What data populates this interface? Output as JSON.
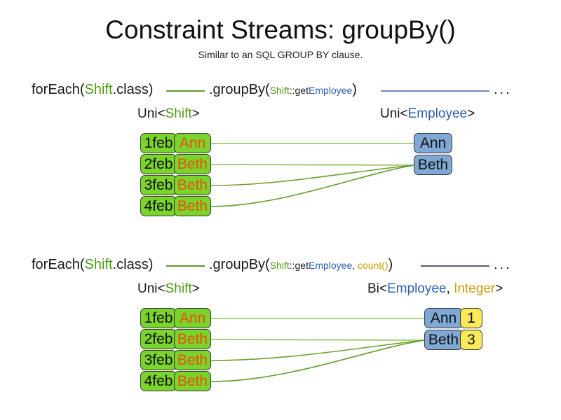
{
  "header": {
    "title": "Constraint Streams: groupBy()",
    "subtitle": "Similar to an SQL GROUP BY clause."
  },
  "colors": {
    "shift_green": "#7ad42c",
    "employee_blue": "#7fa8d4",
    "count_yellow": "#fae959",
    "name_orange": "#e8500f",
    "type_green": "#4a9a10",
    "type_blue": "#2b5fad",
    "type_yellow": "#c9a007",
    "link_green": "#5f9e27",
    "link_blue": "#6f86bd",
    "link_purple": "#6b5573",
    "border": "#3a3a3a"
  },
  "sections": [
    {
      "id": "groupby-simple",
      "code": {
        "foreach_prefix": "forEach(",
        "foreach_type": "Shift",
        "foreach_suffix": ".class)",
        "groupby_prefix": ".groupBy(",
        "mapper_owner": "Shift",
        "mapper_sep": "::get",
        "mapper_prop": "Employee",
        "groupby_suffix": ")",
        "trailing_dots": "...",
        "connector_left_color": "#5f9e27",
        "connector_right_color": "#6f86bd"
      },
      "left_label": {
        "outer": "Uni<",
        "generic": "Shift",
        "close": ">"
      },
      "right_label": {
        "outer": "Uni<",
        "generic": "Employee",
        "close": ">"
      },
      "left_rows": [
        {
          "date": "1feb",
          "name": "Ann"
        },
        {
          "date": "2feb",
          "name": "Beth"
        },
        {
          "date": "3feb",
          "name": "Beth"
        },
        {
          "date": "4feb",
          "name": "Beth"
        }
      ],
      "right_rows": [
        {
          "employee": "Ann"
        },
        {
          "employee": "Beth"
        }
      ],
      "mapping": [
        0,
        1,
        1,
        1
      ]
    },
    {
      "id": "groupby-count",
      "code": {
        "foreach_prefix": "forEach(",
        "foreach_type": "Shift",
        "foreach_suffix": ".class)",
        "groupby_prefix": ".groupBy(",
        "mapper_owner": "Shift",
        "mapper_sep": "::get",
        "mapper_prop": "Employee",
        "collector_sep": ", ",
        "collector": "count()",
        "groupby_suffix": ")",
        "trailing_dots": "...",
        "connector_left_color": "#5f9e27",
        "connector_right_color": "#6b5573"
      },
      "left_label": {
        "outer": "Uni<",
        "generic": "Shift",
        "close": ">"
      },
      "right_label": {
        "outer": "Bi<",
        "generic": "Employee",
        "sep": ", ",
        "generic2": "Integer",
        "close": ">"
      },
      "left_rows": [
        {
          "date": "1feb",
          "name": "Ann"
        },
        {
          "date": "2feb",
          "name": "Beth"
        },
        {
          "date": "3feb",
          "name": "Beth"
        },
        {
          "date": "4feb",
          "name": "Beth"
        }
      ],
      "right_rows": [
        {
          "employee": "Ann",
          "count": "1"
        },
        {
          "employee": "Beth",
          "count": "3"
        }
      ],
      "mapping": [
        0,
        1,
        1,
        1
      ]
    }
  ]
}
